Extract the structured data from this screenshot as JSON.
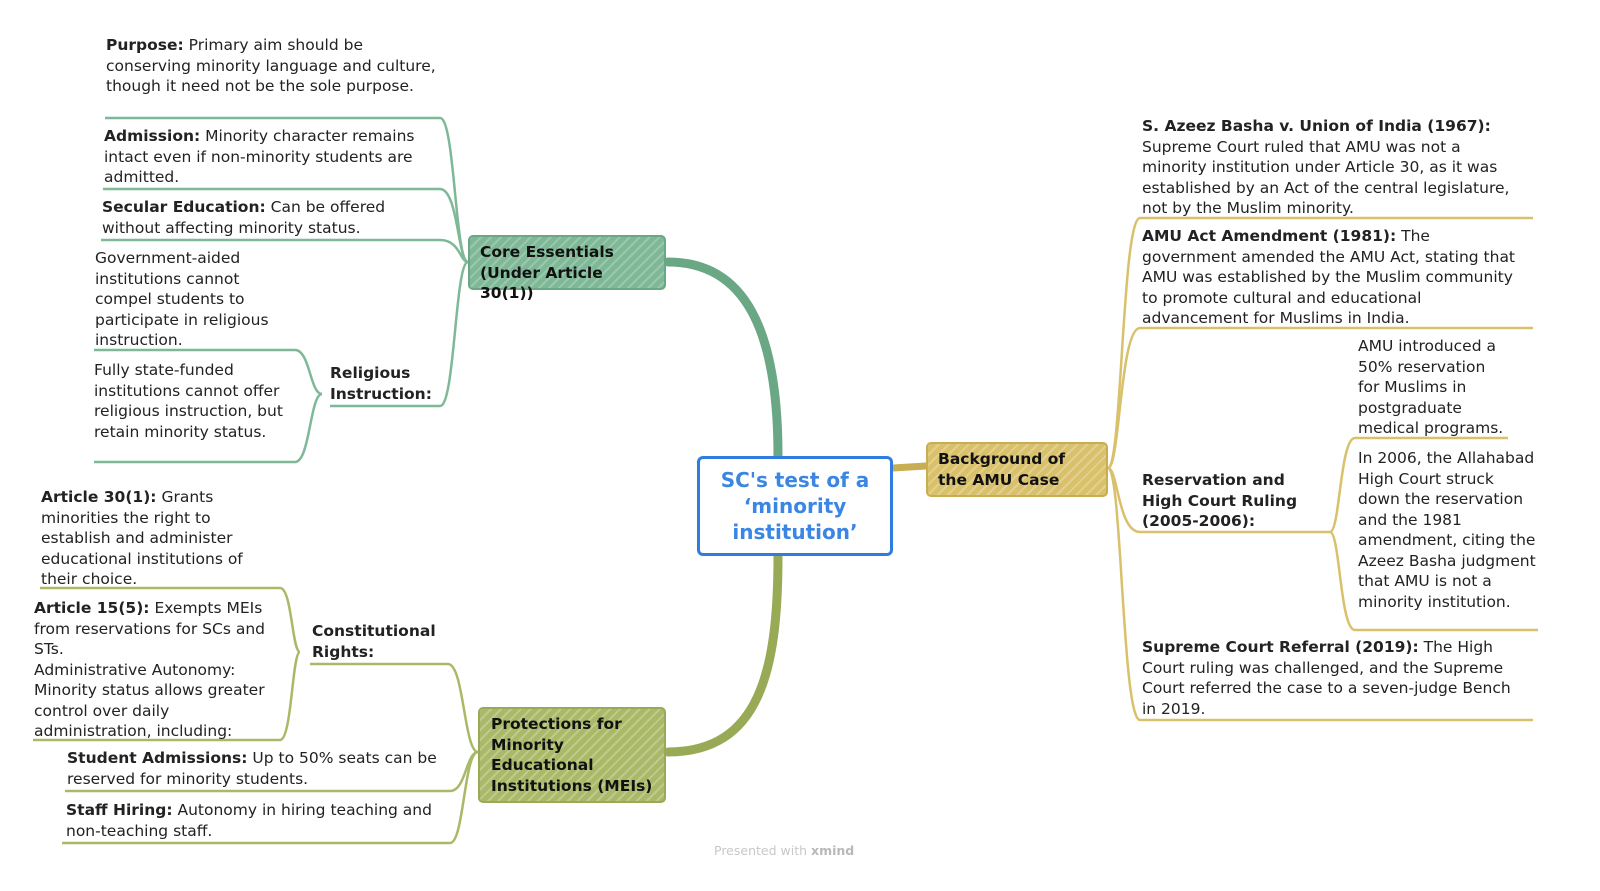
{
  "central": {
    "title": "SC's test of a ‘minority institution’"
  },
  "core": {
    "title": "Core Essentials (Under Article 30(1))",
    "purpose": {
      "label": "Purpose:",
      "text": "Primary aim should be conserving minority language and culture, though it need not be the sole purpose."
    },
    "admission": {
      "label": "Admission:",
      "text": "Minority character remains intact even if non-minority students are admitted."
    },
    "secular": {
      "label": "Secular Education:",
      "text": "Can be offered without affecting minority status."
    },
    "religious": {
      "title": "Religious Instruction:",
      "aided": "Government-aided institutions cannot compel students to participate in religious instruction.",
      "funded": "Fully state-funded institutions cannot offer religious instruction, but retain minority status."
    }
  },
  "background": {
    "title": "Background of the AMU Case",
    "azeez": {
      "label": "S. Azeez Basha v. Union of India (1967):",
      "text": "Supreme Court ruled that AMU was not a minority institution under Article 30, as it was established by an Act of the central legislature, not by the Muslim minority."
    },
    "amendment": {
      "label": "AMU Act Amendment (1981):",
      "text": "The government amended the AMU Act, stating that AMU was established by the Muslim community to promote cultural and educational advancement for Muslims in India."
    },
    "reservation": {
      "title": "Reservation and High Court Ruling (2005-2006):",
      "intro": "AMU introduced a 50% reservation for Muslims in postgraduate medical programs.",
      "ruling": "In 2006, the Allahabad High Court struck down the reservation and the 1981 amendment, citing the Azeez Basha judgment that AMU is not a minority institution."
    },
    "referral": {
      "label": "Supreme Court Referral (2019):",
      "text": "The High Court ruling was challenged, and the Supreme Court referred the case to a seven-judge Bench in 2019."
    }
  },
  "protections": {
    "title": "Protections for Minority Educational Institutions (MEIs)",
    "constitutional": {
      "title": "Constitutional Rights:",
      "art30": {
        "label": "Article 30(1):",
        "text": "Grants minorities the right to establish and administer educational institutions of their choice."
      },
      "art15": {
        "label": "Article 15(5):",
        "text": "Exempts MEIs from reservations for SCs and STs."
      },
      "autonomy": "Administrative Autonomy: Minority status allows greater control over daily administration, including:"
    },
    "admissions": {
      "label": "Student Admissions:",
      "text": "Up to 50% seats can be reserved for minority students."
    },
    "staff": {
      "label": "Staff Hiring:",
      "text": "Autonomy in hiring teaching and non-teaching staff."
    }
  },
  "watermark": {
    "prefix": "Presented with",
    "brand": "xmind"
  },
  "colors": {
    "central": "#2f7de1",
    "core": "#7fb896",
    "background": "#d9c06a",
    "protections": "#a9b967"
  }
}
